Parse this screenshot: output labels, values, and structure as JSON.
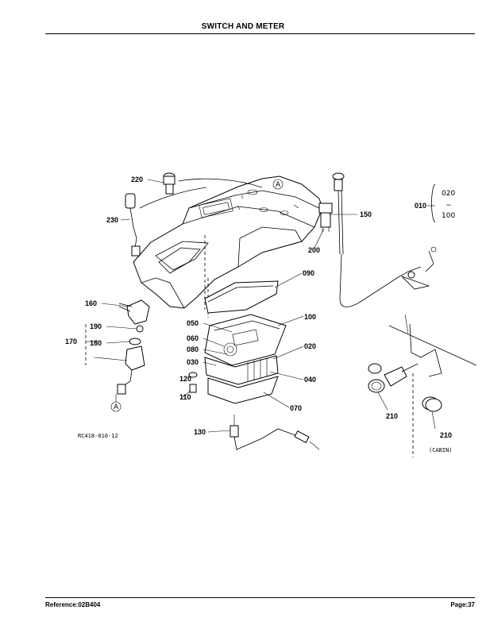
{
  "header": {
    "title": "SWITCH AND METER"
  },
  "footer": {
    "reference": "Reference:02B404",
    "page": "Page:37"
  },
  "diagram": {
    "figure_code": "RC418-010-12",
    "cabin_label": "(CABIN)",
    "range_marker": {
      "from": "020",
      "tilde": "~",
      "to": "100"
    },
    "connector_marker": "A",
    "callouts": {
      "p010": "010",
      "p020": "020",
      "p030": "030",
      "p040": "040",
      "p050": "050",
      "p060": "060",
      "p070": "070",
      "p080": "080",
      "p090": "090",
      "p100": "100",
      "p110": "110",
      "p120": "120",
      "p130": "130",
      "p150": "150",
      "p160": "160",
      "p170": "170",
      "p180": "180",
      "p190": "190",
      "p200": "200",
      "p210a": "210",
      "p210b": "210",
      "p220": "220",
      "p230": "230"
    }
  }
}
